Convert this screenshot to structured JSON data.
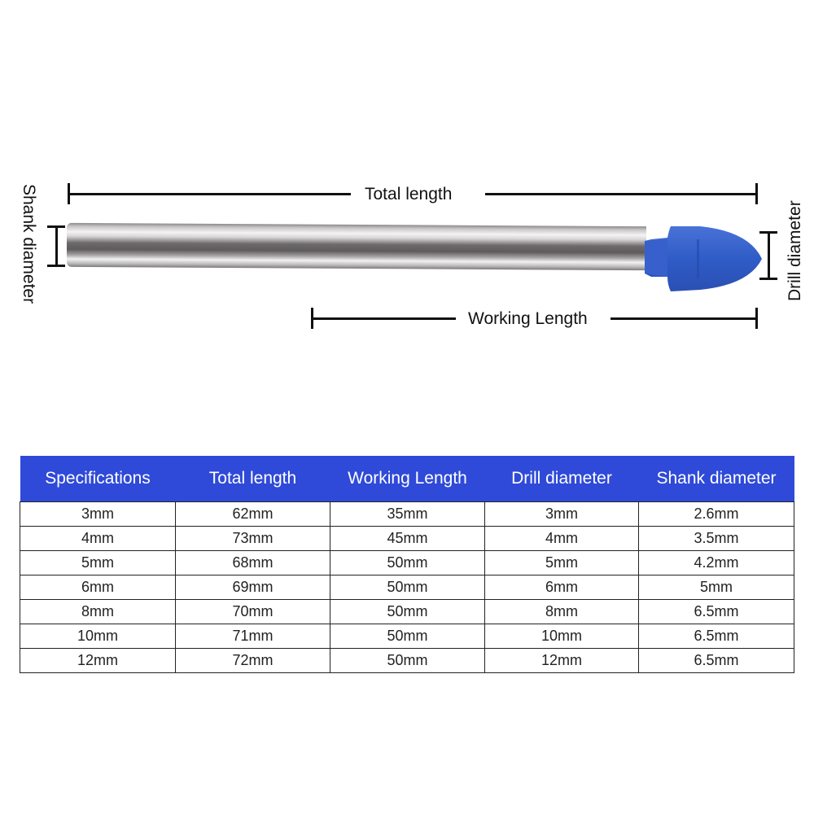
{
  "diagram": {
    "labels": {
      "total_length": "Total length",
      "working_length": "Working Length",
      "shank_diameter": "Shank diameter",
      "drill_diameter": "Drill diameter"
    },
    "colors": {
      "tip_blue": "#3a62c8",
      "header_blue": "#2f4ad8",
      "line": "#111111"
    }
  },
  "table": {
    "headers": [
      "Specifications",
      "Total length",
      "Working Length",
      "Drill diameter",
      "Shank diameter"
    ],
    "rows": [
      [
        "3mm",
        "62mm",
        "35mm",
        "3mm",
        "2.6mm"
      ],
      [
        "4mm",
        "73mm",
        "45mm",
        "4mm",
        "3.5mm"
      ],
      [
        "5mm",
        "68mm",
        "50mm",
        "5mm",
        "4.2mm"
      ],
      [
        "6mm",
        "69mm",
        "50mm",
        "6mm",
        "5mm"
      ],
      [
        "8mm",
        "70mm",
        "50mm",
        "8mm",
        "6.5mm"
      ],
      [
        "10mm",
        "71mm",
        "50mm",
        "10mm",
        "6.5mm"
      ],
      [
        "12mm",
        "72mm",
        "50mm",
        "12mm",
        "6.5mm"
      ]
    ]
  }
}
